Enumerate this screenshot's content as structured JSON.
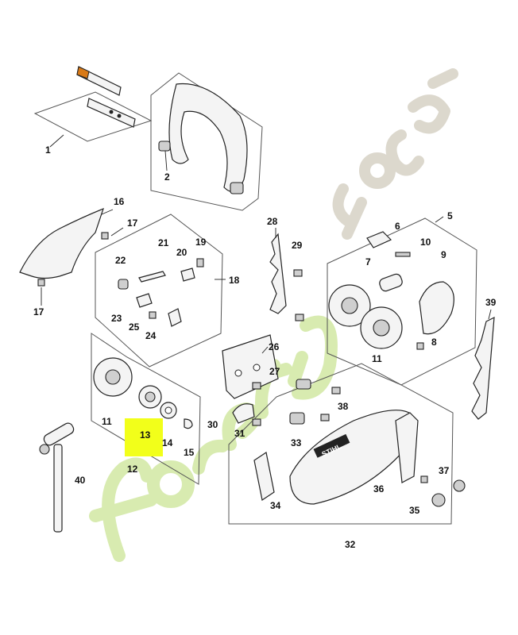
{
  "highlight_color": "#f2ff1a",
  "watermark": {
    "text": "forêt'jardin.com",
    "green": "#d4e9a8",
    "grey": "#d9d4c8"
  },
  "brand_mark": "STIHL",
  "labels": {
    "p1": "1",
    "p2": "2",
    "p5": "5",
    "p6": "6",
    "p7": "7",
    "p8": "8",
    "p9": "9",
    "p10": "10",
    "p11a": "11",
    "p11b": "11",
    "p12": "12",
    "p13": "13",
    "p14": "14",
    "p15": "15",
    "p16": "16",
    "p17a": "17",
    "p17b": "17",
    "p18": "18",
    "p19": "19",
    "p20": "20",
    "p21": "21",
    "p22": "22",
    "p23": "23",
    "p24": "24",
    "p25": "25",
    "p26": "26",
    "p27": "27",
    "p28": "28",
    "p29": "29",
    "p30": "30",
    "p31": "31",
    "p32": "32",
    "p33": "33",
    "p34": "34",
    "p35": "35",
    "p36": "36",
    "p37": "37",
    "p38": "38",
    "p39": "39",
    "p40": "40"
  }
}
